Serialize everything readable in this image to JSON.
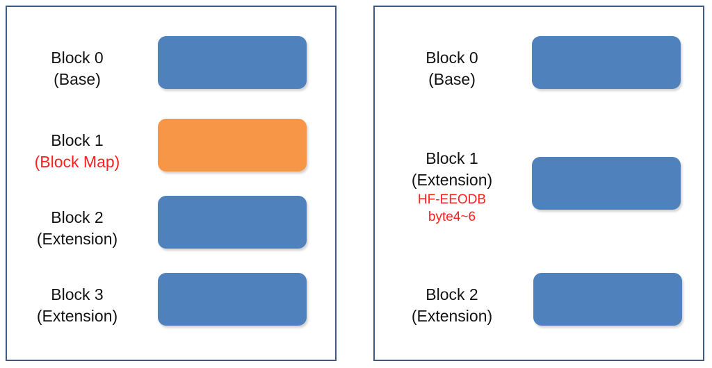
{
  "colors": {
    "block_blue": "#4f81bd",
    "block_orange": "#f79646",
    "highlight_red": "#ff1f1f",
    "frame": "#3c5a82"
  },
  "left_panel": {
    "blocks": [
      {
        "name": "Block 0",
        "sub": "(Base)",
        "fill": "blue"
      },
      {
        "name": "Block 1",
        "sub": "(Block Map)",
        "fill": "orange"
      },
      {
        "name": "Block 2",
        "sub": "(Extension)",
        "fill": "blue"
      },
      {
        "name": "Block 3",
        "sub": "(Extension)",
        "fill": "blue"
      }
    ]
  },
  "right_panel": {
    "blocks": [
      {
        "name": "Block 0",
        "sub": "(Base)",
        "fill": "blue"
      },
      {
        "name": "Block 1",
        "sub": "(Extension)",
        "note1": "HF-EEODB",
        "note2": "byte4~6",
        "fill": "blue"
      },
      {
        "name": "Block 2",
        "sub": "(Extension)",
        "fill": "blue"
      }
    ]
  }
}
